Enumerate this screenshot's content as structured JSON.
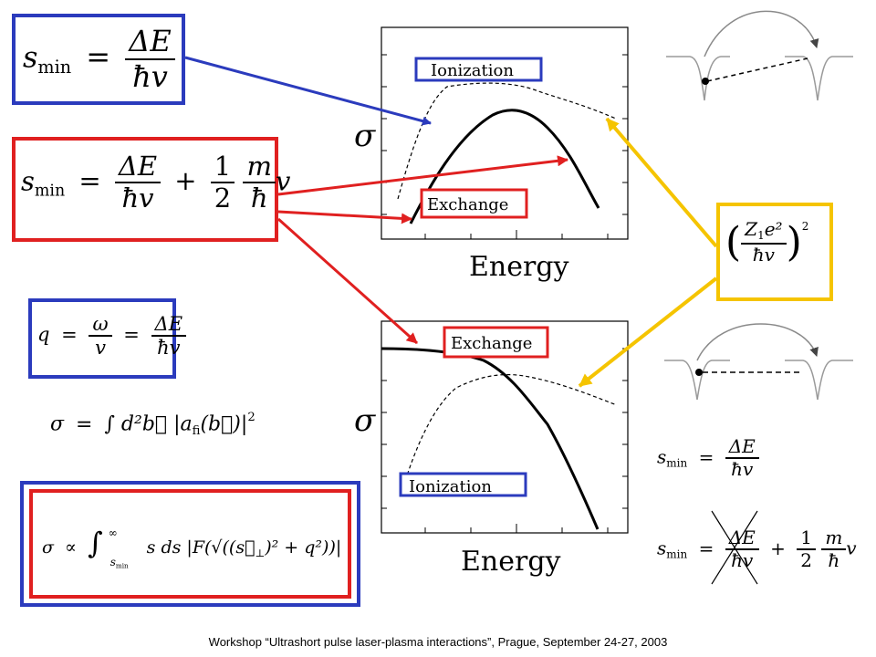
{
  "colors": {
    "blue": "#2b3bbd",
    "red": "#e02020",
    "yellow": "#f5c400",
    "gray": "#9a9a9a"
  },
  "footer": "Workshop “Ultrashort pulse laser-plasma interactions”, Prague, September 24-27, 2003",
  "formulas": {
    "smin_blue": {
      "lhs": "s",
      "lhs_sub": "min",
      "eq": "=",
      "num": "ΔE",
      "den": "ħv"
    },
    "smin_red": {
      "lhs": "s",
      "lhs_sub": "min",
      "eq": "=",
      "num1": "ΔE",
      "den1": "ħv",
      "plus": "+",
      "num2": "1",
      "den2": "2",
      "num3": "m",
      "den3": "ħ",
      "tail": "v"
    },
    "q": {
      "lhs": "q",
      "eq1": "=",
      "num1": "ω",
      "den1": "v",
      "eq2": "=",
      "num2": "ΔE",
      "den2": "ħv"
    },
    "sigma_integral": {
      "lhs": "σ",
      "eq": "=",
      "body": "∫ d²b⃗ |a",
      "sub": "fi",
      "arg": "(b⃗)|",
      "sup": "2"
    },
    "sigma_prop": {
      "lhs": "σ",
      "prop": "∝",
      "int": "∫",
      "upper": "∞",
      "lower": "s",
      "lower_sub": "min",
      "body": "s ds |F(√((s⃗",
      "perp": "⊥",
      "body2": ")² + q²))|"
    },
    "charge": {
      "open": "(",
      "num": "Z",
      "num_sub": "1",
      "num_tail": "e²",
      "den": "ħv",
      "close": ")",
      "sup": "2"
    },
    "smin_small1": {
      "lhs": "s",
      "lhs_sub": "min",
      "eq": "=",
      "num": "ΔE",
      "den": "ħv"
    },
    "smin_small2": {
      "lhs": "s",
      "lhs_sub": "min",
      "eq": "=",
      "num1": "ΔE",
      "den1": "ħv",
      "plus": "+",
      "num2": "1",
      "den2": "2",
      "num3": "m",
      "den3": "ħ",
      "tail": "v"
    }
  },
  "charts": [
    {
      "id": "top",
      "ylabel": "σ",
      "xlabel": "Energy",
      "label_blue": "Ionization",
      "label_red": "Exchange"
    },
    {
      "id": "bottom",
      "ylabel": "σ",
      "xlabel": "Energy",
      "label_red": "Exchange",
      "label_blue": "Ionization"
    }
  ]
}
